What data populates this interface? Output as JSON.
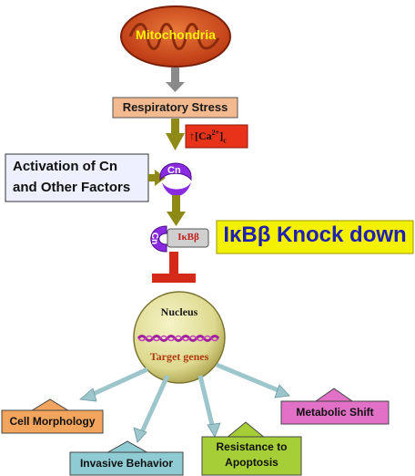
{
  "mitochondria": {
    "label": "Mitochondria"
  },
  "respiratory_stress": {
    "label": "Respiratory Stress"
  },
  "calcium": {
    "arrow": "↑",
    "label": "[Ca",
    "sup": "2+",
    "close": "]",
    "sub": "c"
  },
  "activation": {
    "line1": "Activation of Cn",
    "line2": "and Other Factors"
  },
  "cn_upper": {
    "label": "Cn"
  },
  "cn_complex": {
    "cn": "Cn",
    "ikbb": "IκBβ"
  },
  "knockdown": {
    "label": "IκBβ Knock down"
  },
  "nucleus": {
    "title": "Nucleus",
    "genes": "Target genes"
  },
  "outcomes": {
    "cell_morphology": "Cell Morphology",
    "invasive_behavior": "Invasive Behavior",
    "resistance_line1": "Resistance to",
    "resistance_line2": "Apoptosis",
    "metabolic_shift": "Metabolic Shift"
  },
  "colors": {
    "mito_fill": "#d9531e",
    "stress_fill": "#f3b98f",
    "calcium_fill": "#e8321a",
    "activation_fill": "#eef0ff",
    "cn_purple": "#8a2be2",
    "knockdown_fill": "#f3f000",
    "knockdown_text": "#2020b0",
    "inhibitor_red": "#d42a1a",
    "arrow_olive": "#8f8a16",
    "nucleus_fill": "#e5e2a2",
    "morph_fill": "#f3a45d",
    "invasive_fill": "#8ecbd3",
    "resistance_fill": "#a6cf37",
    "metabolic_fill": "#e071c6"
  }
}
